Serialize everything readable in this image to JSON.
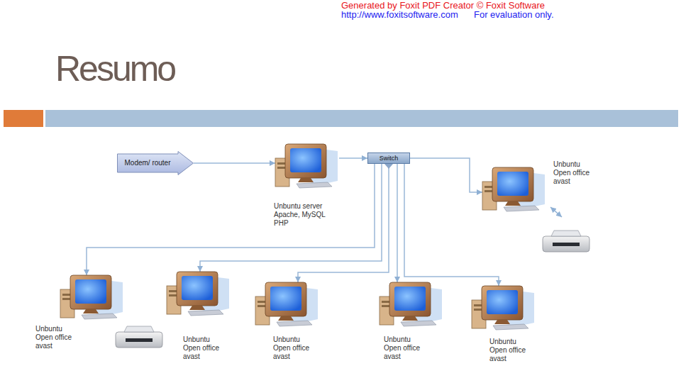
{
  "diagram": {
    "title": "Resumo",
    "nodes": [
      {
        "text": [
          "Modem/ router"
        ]
      },
      {
        "text": [
          "Unbuntu server Apache, MySQL PHP"
        ]
      },
      {
        "text": [
          "Switch"
        ]
      },
      {
        "text": [
          "Unbuntu Open office avast"
        ]
      },
      {
        "text": [
          "Unbuntu Open office avast"
        ]
      },
      {
        "text": [
          "Unbuntu Open office avast"
        ]
      },
      {
        "text": [
          "Unbuntu Open office avast"
        ]
      },
      {
        "text": [
          "Unbuntu Open office avast"
        ]
      },
      {
        "text": [
          "Unbuntu Open office avast"
        ]
      }
    ],
    "edges": [
      {
        "from": 0,
        "to": 1,
        "arrow": "to"
      },
      {
        "from": 1,
        "to": 2,
        "arrow": "to"
      },
      {
        "from": 2,
        "to": 3,
        "arrow": "to"
      },
      {
        "from": 2,
        "to": 4,
        "arrow": "to"
      },
      {
        "from": 2,
        "to": 5,
        "arrow": "to"
      },
      {
        "from": 2,
        "to": 6,
        "arrow": "to"
      },
      {
        "from": 2,
        "to": 7,
        "arrow": "to"
      },
      {
        "from": 2,
        "to": 8,
        "arrow": "to"
      }
    ],
    "labels": [
      "Generated by Foxit PDF Creator © Foxit Software",
      "http://www.foxitsoftware.com",
      "For evaluation only."
    ]
  }
}
